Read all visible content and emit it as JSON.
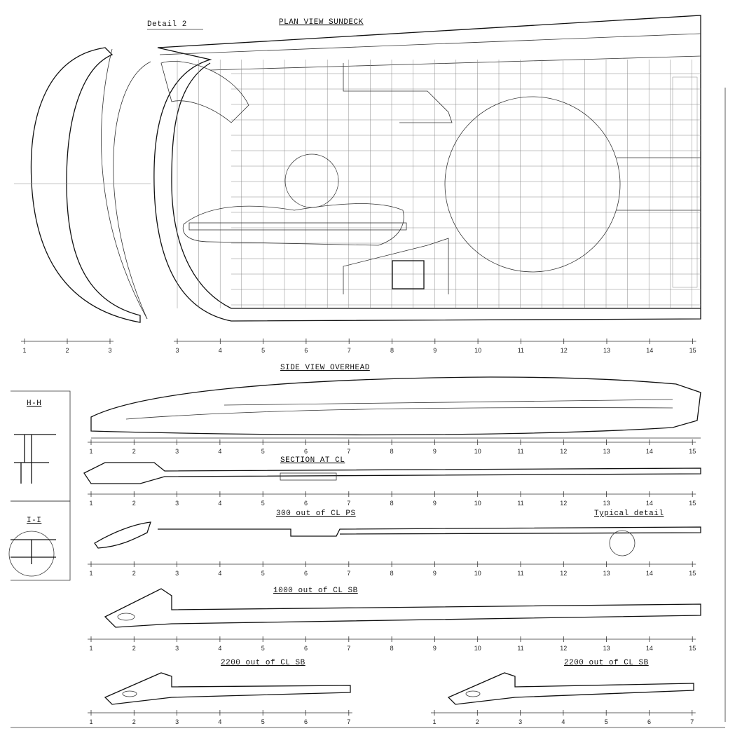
{
  "titles": {
    "plan_view": "PLAN VIEW SUNDECK",
    "detail_2": "Detail 2",
    "side_view": "SIDE VIEW OVERHEAD",
    "section_cl": "SECTION AT CL",
    "section_300": "300 out of CL PS",
    "typical_detail": "Typical detail",
    "section_1000": "1000 out of CL SB",
    "section_2200_left": "2200 out of CL SB",
    "section_2200_right": "2200 out of CL SB",
    "detail_hh": "H-H",
    "detail_ii": "I-I"
  },
  "stations": {
    "plan_left": [
      "1",
      "2",
      "3"
    ],
    "plan_main": [
      "3",
      "4",
      "5",
      "6",
      "7",
      "8",
      "9",
      "10",
      "11",
      "12",
      "13",
      "14",
      "15"
    ],
    "full": [
      "1",
      "2",
      "3",
      "4",
      "5",
      "6",
      "7",
      "8",
      "9",
      "10",
      "11",
      "12",
      "13",
      "14",
      "15"
    ],
    "short": [
      "1",
      "2",
      "3",
      "4",
      "5",
      "6",
      "7"
    ]
  }
}
